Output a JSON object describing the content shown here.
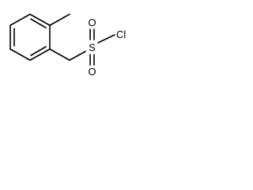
{
  "molecule": {
    "atoms": {
      "sulfur": "S",
      "oxygen_top": "O",
      "oxygen_bottom": "O",
      "chlorine": "Cl"
    }
  }
}
